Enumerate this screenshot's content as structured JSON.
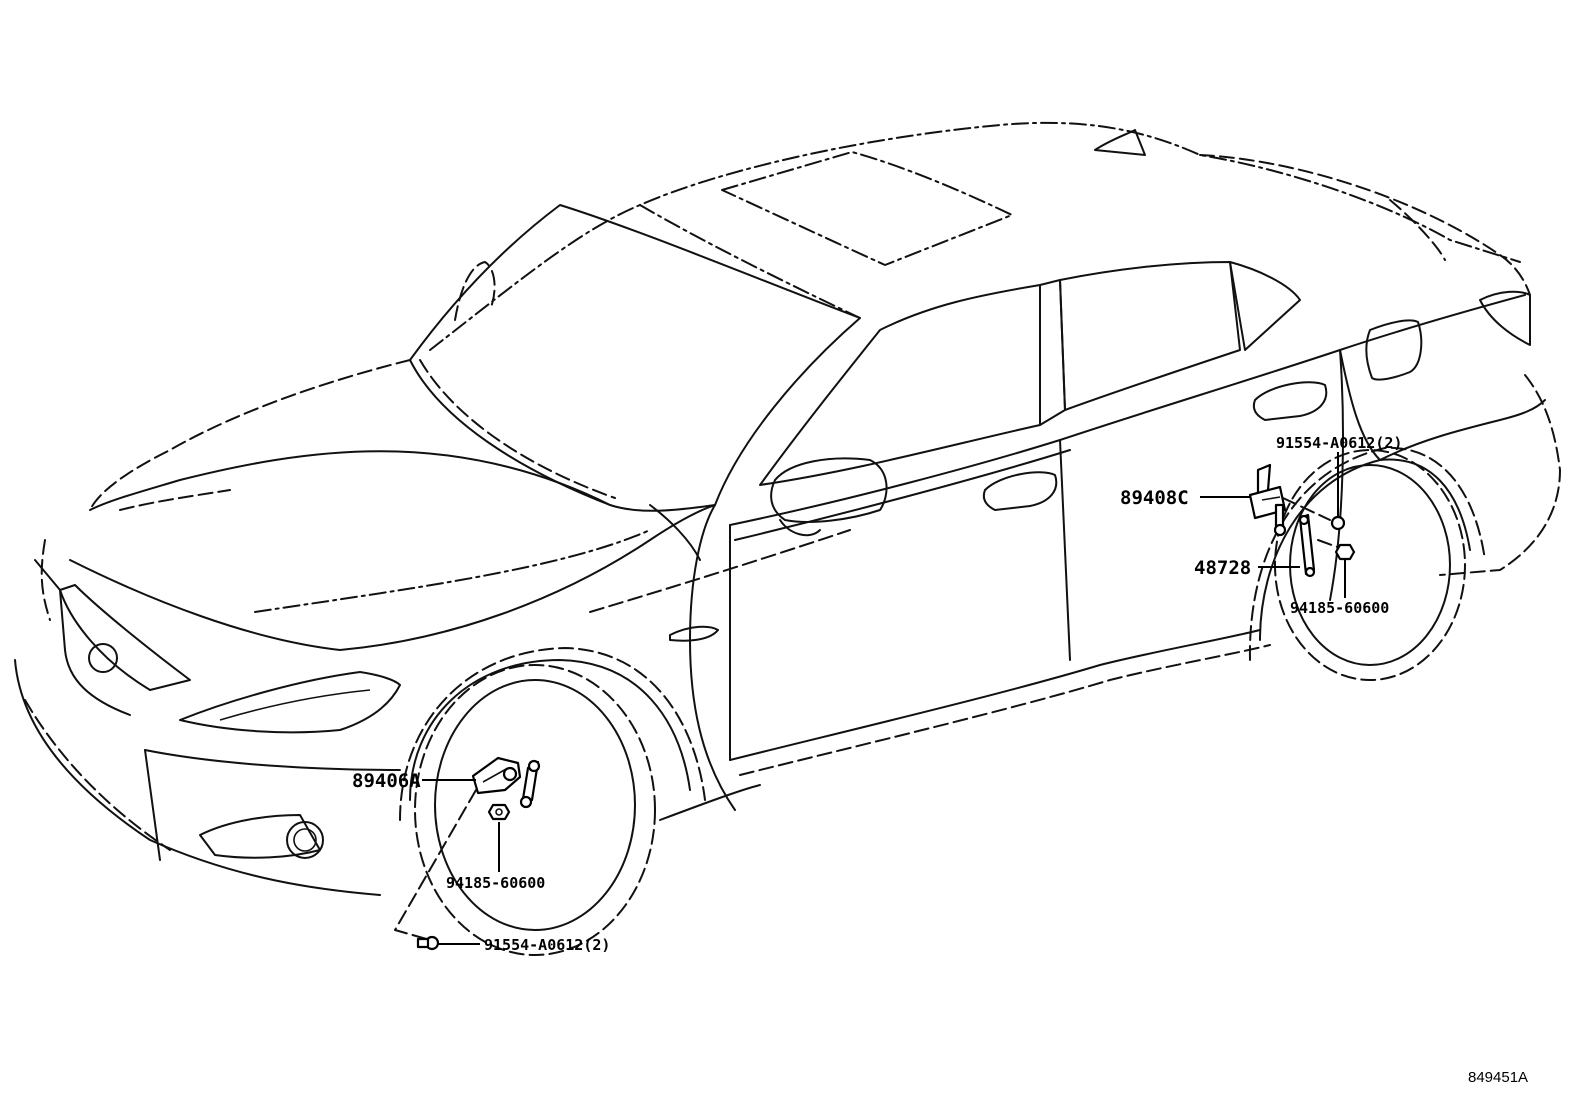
{
  "labels": {
    "front_sensor": "89406A",
    "front_nut": "94185-60600",
    "front_bolt": "91554-A0612(2)",
    "rear_sensor": "89408C",
    "rear_link": "48728",
    "rear_bolt": "91554-A0612(2)",
    "rear_nut": "94185-60600"
  },
  "figure_ref": "849451A"
}
